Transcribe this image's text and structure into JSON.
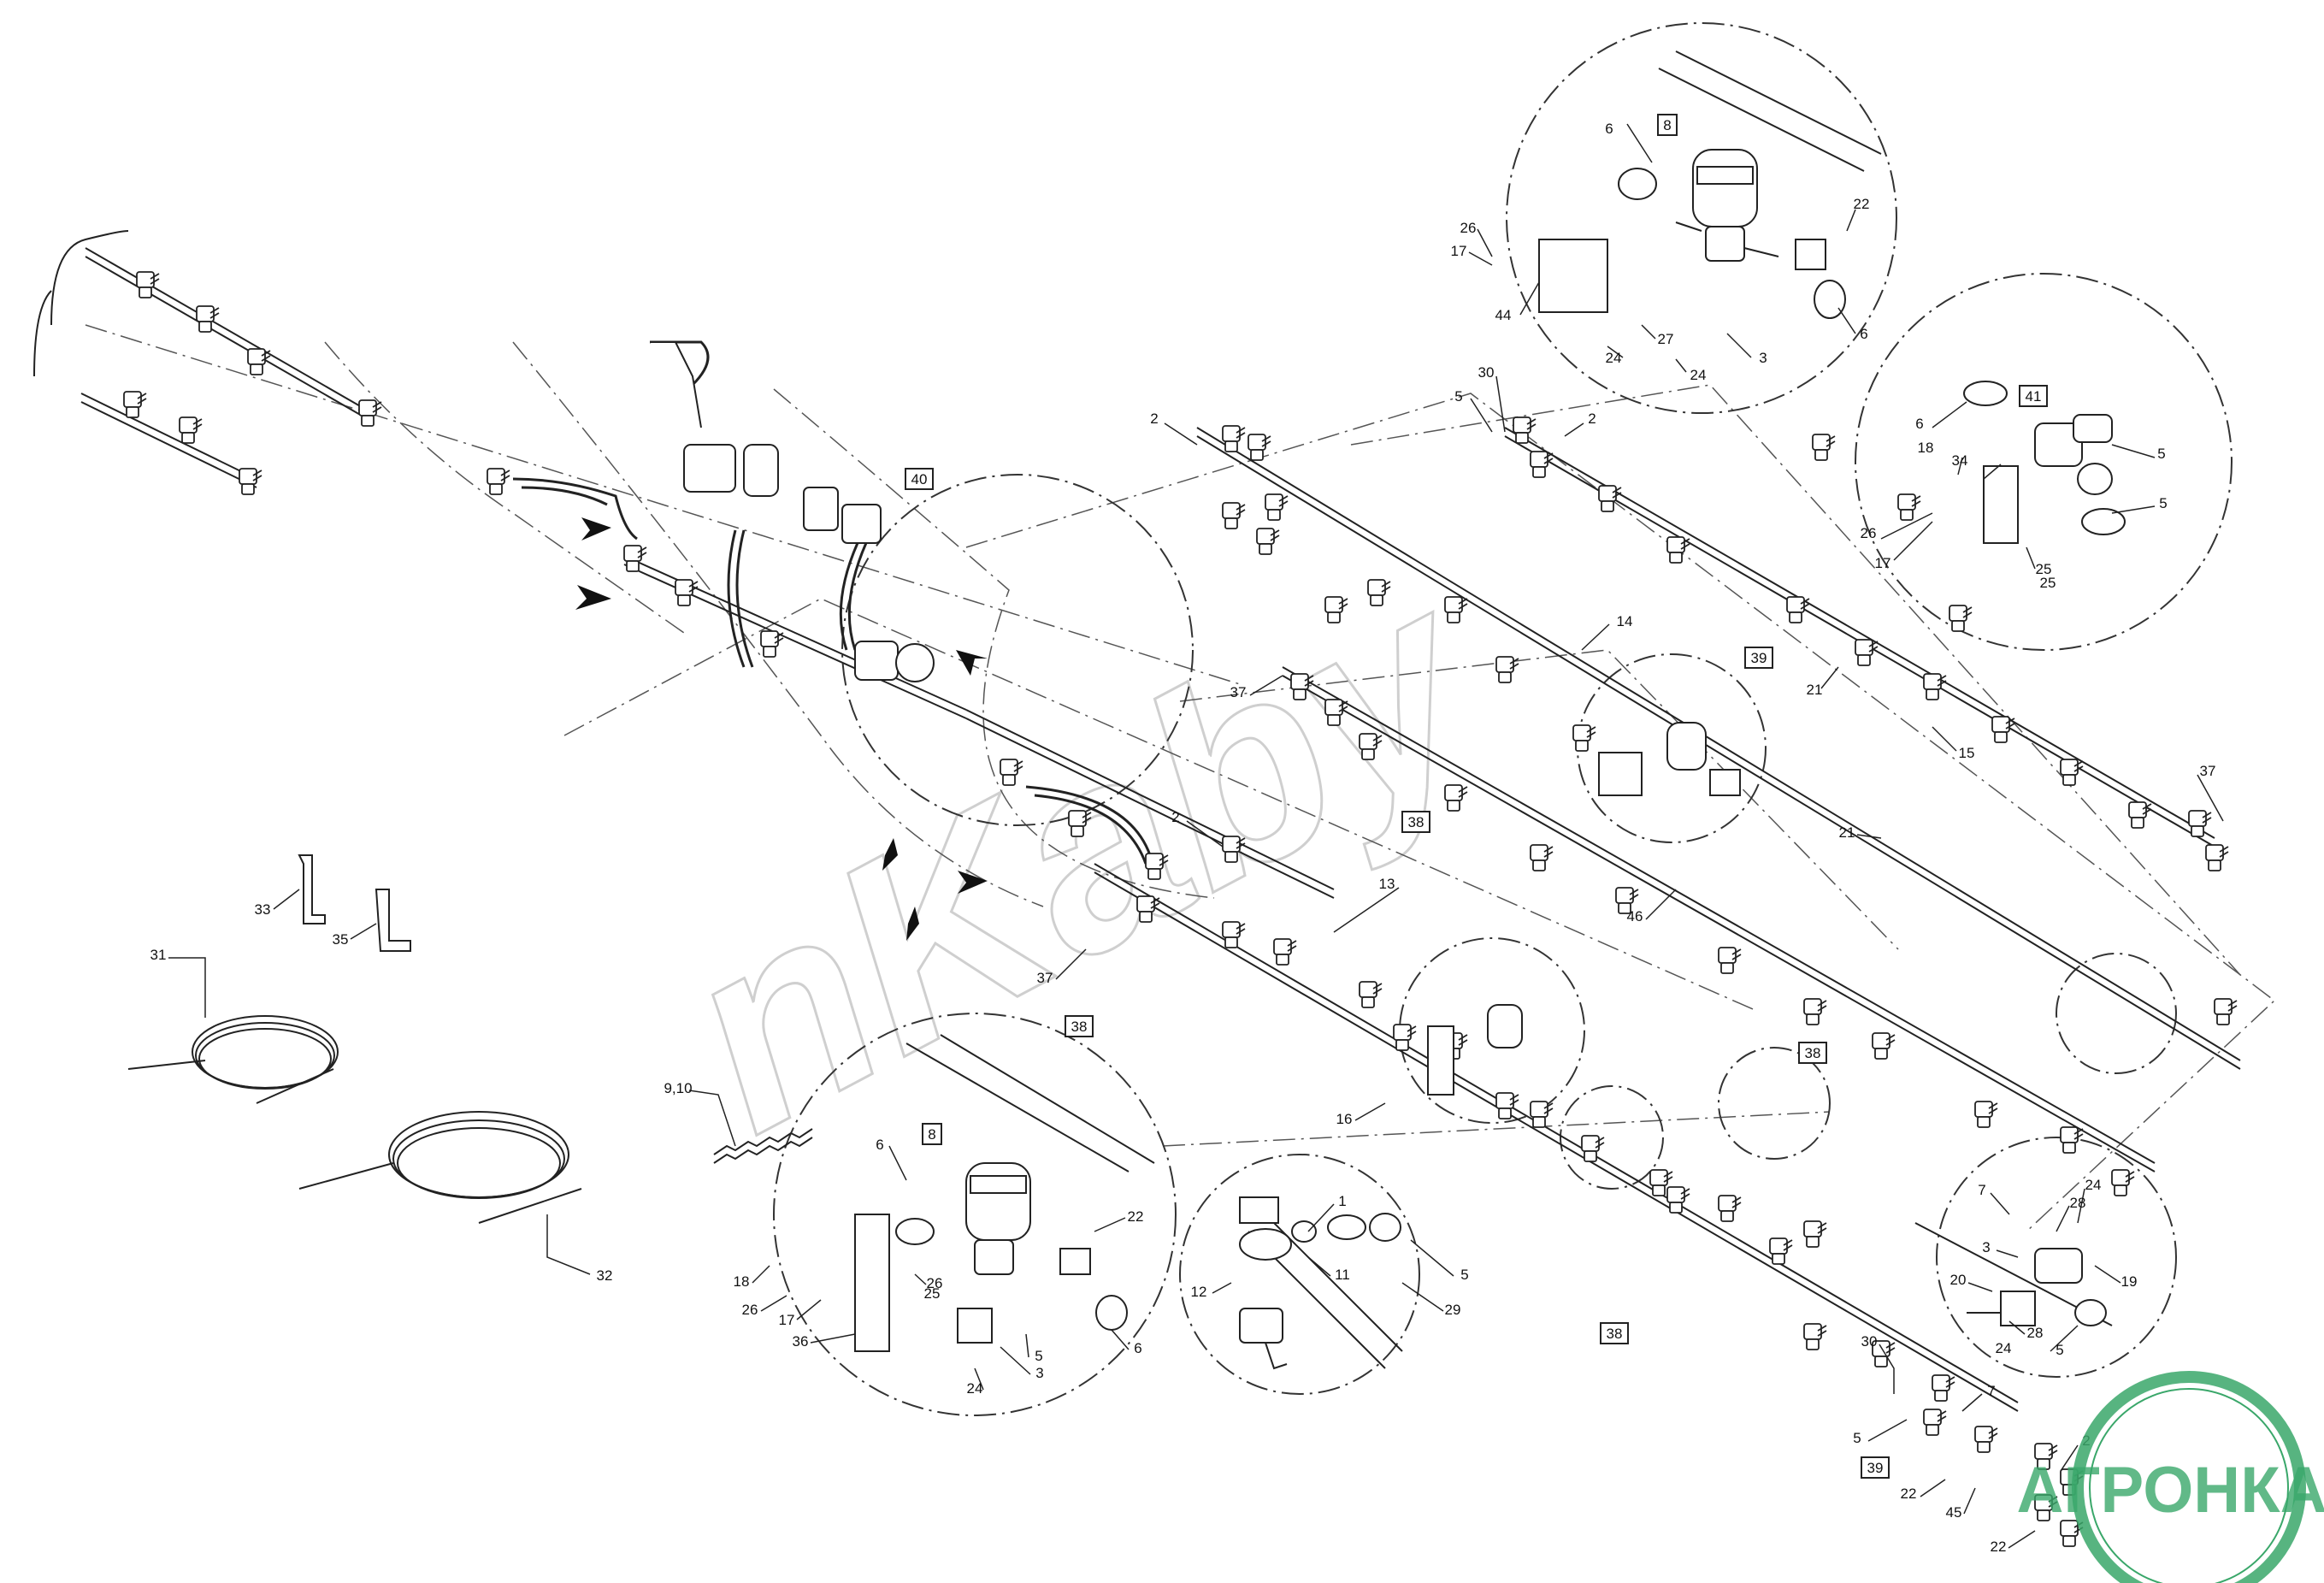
{
  "callouts": [
    {
      "id": "c1",
      "text": "8",
      "boxed": true
    },
    {
      "id": "c2",
      "text": "6",
      "boxed": false
    },
    {
      "id": "c3",
      "text": "26",
      "boxed": false
    },
    {
      "id": "c4",
      "text": "17",
      "boxed": false
    },
    {
      "id": "c5",
      "text": "44",
      "boxed": false
    },
    {
      "id": "c6",
      "text": "27",
      "boxed": false
    },
    {
      "id": "c7",
      "text": "24",
      "boxed": false
    },
    {
      "id": "c8",
      "text": "24",
      "boxed": false
    },
    {
      "id": "c9",
      "text": "3",
      "boxed": false
    },
    {
      "id": "c10",
      "text": "22",
      "boxed": false
    },
    {
      "id": "c11",
      "text": "6",
      "boxed": false
    },
    {
      "id": "c12",
      "text": "30",
      "boxed": false
    },
    {
      "id": "c13",
      "text": "5",
      "boxed": false
    },
    {
      "id": "c14",
      "text": "2",
      "boxed": false
    },
    {
      "id": "c15",
      "text": "2",
      "boxed": false
    },
    {
      "id": "c16",
      "text": "41",
      "boxed": true
    },
    {
      "id": "c17",
      "text": "6",
      "boxed": false
    },
    {
      "id": "c18",
      "text": "5",
      "boxed": false
    },
    {
      "id": "c19",
      "text": "18",
      "boxed": false
    },
    {
      "id": "c20",
      "text": "34",
      "boxed": false
    },
    {
      "id": "c21",
      "text": "5",
      "boxed": false
    },
    {
      "id": "c22",
      "text": "26",
      "boxed": false
    },
    {
      "id": "c23",
      "text": "17",
      "boxed": false
    },
    {
      "id": "c24",
      "text": "25",
      "boxed": false
    },
    {
      "id": "c25",
      "text": "25",
      "boxed": false
    },
    {
      "id": "c26",
      "text": "40",
      "boxed": true
    },
    {
      "id": "c27",
      "text": "14",
      "boxed": false
    },
    {
      "id": "c28",
      "text": "39",
      "boxed": true
    },
    {
      "id": "c29",
      "text": "21",
      "boxed": false
    },
    {
      "id": "c30",
      "text": "15",
      "boxed": false
    },
    {
      "id": "c31",
      "text": "37",
      "boxed": false
    },
    {
      "id": "c32",
      "text": "37",
      "boxed": false
    },
    {
      "id": "c33",
      "text": "38",
      "boxed": true
    },
    {
      "id": "c34",
      "text": "21",
      "boxed": false
    },
    {
      "id": "c35",
      "text": "2",
      "boxed": false
    },
    {
      "id": "c36",
      "text": "46",
      "boxed": false
    },
    {
      "id": "c37",
      "text": "13",
      "boxed": false
    },
    {
      "id": "c38",
      "text": "33",
      "boxed": false
    },
    {
      "id": "c39",
      "text": "35",
      "boxed": false
    },
    {
      "id": "c40",
      "text": "31",
      "boxed": false
    },
    {
      "id": "c41",
      "text": "37",
      "boxed": false
    },
    {
      "id": "c42",
      "text": "38",
      "boxed": true
    },
    {
      "id": "c43",
      "text": "38",
      "boxed": true
    },
    {
      "id": "c44",
      "text": "9,10",
      "boxed": false
    },
    {
      "id": "c45",
      "text": "16",
      "boxed": false
    },
    {
      "id": "c46",
      "text": "8",
      "boxed": true
    },
    {
      "id": "c47",
      "text": "6",
      "boxed": false
    },
    {
      "id": "c48",
      "text": "22",
      "boxed": false
    },
    {
      "id": "c49",
      "text": "18",
      "boxed": false
    },
    {
      "id": "c50",
      "text": "26",
      "boxed": false
    },
    {
      "id": "c51",
      "text": "17",
      "boxed": false
    },
    {
      "id": "c52",
      "text": "36",
      "boxed": false
    },
    {
      "id": "c53",
      "text": "26",
      "boxed": false
    },
    {
      "id": "c54",
      "text": "25",
      "boxed": false
    },
    {
      "id": "c55",
      "text": "5",
      "boxed": false
    },
    {
      "id": "c56",
      "text": "3",
      "boxed": false
    },
    {
      "id": "c57",
      "text": "24",
      "boxed": false
    },
    {
      "id": "c58",
      "text": "6",
      "boxed": false
    },
    {
      "id": "c59",
      "text": "32",
      "boxed": false
    },
    {
      "id": "c60",
      "text": "1",
      "boxed": false
    },
    {
      "id": "c61",
      "text": "12",
      "boxed": false
    },
    {
      "id": "c62",
      "text": "11",
      "boxed": false
    },
    {
      "id": "c63",
      "text": "29",
      "boxed": false
    },
    {
      "id": "c64",
      "text": "5",
      "boxed": false
    },
    {
      "id": "c65",
      "text": "38",
      "boxed": true
    },
    {
      "id": "c66",
      "text": "7",
      "boxed": false
    },
    {
      "id": "c67",
      "text": "24",
      "boxed": false
    },
    {
      "id": "c68",
      "text": "28",
      "boxed": false
    },
    {
      "id": "c69",
      "text": "3",
      "boxed": false
    },
    {
      "id": "c70",
      "text": "20",
      "boxed": false
    },
    {
      "id": "c71",
      "text": "28",
      "boxed": false
    },
    {
      "id": "c72",
      "text": "24",
      "boxed": false
    },
    {
      "id": "c73",
      "text": "5",
      "boxed": false
    },
    {
      "id": "c74",
      "text": "19",
      "boxed": false
    },
    {
      "id": "c75",
      "text": "30",
      "boxed": false
    },
    {
      "id": "c76",
      "text": "7",
      "boxed": false
    },
    {
      "id": "c77",
      "text": "5",
      "boxed": false
    },
    {
      "id": "c78",
      "text": "39",
      "boxed": true
    },
    {
      "id": "c79",
      "text": "22",
      "boxed": false
    },
    {
      "id": "c80",
      "text": "45",
      "boxed": false
    },
    {
      "id": "c81",
      "text": "2",
      "boxed": false
    },
    {
      "id": "c82",
      "text": "22",
      "boxed": false
    }
  ],
  "watermark": {
    "text": "nKaby"
  },
  "logo": {
    "text": "АГРОНКА",
    "color": "#3aa76a"
  }
}
